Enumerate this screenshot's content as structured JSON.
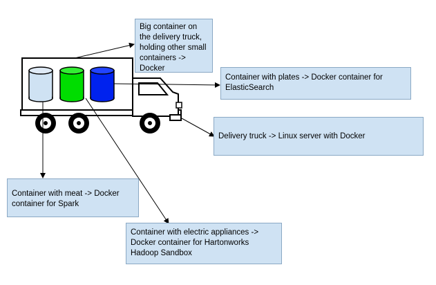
{
  "callouts": {
    "big_container": "Big container on the delivery truck, holding other small containers -> Docker",
    "plates": "Container with plates -> Docker container for ElasticSearch",
    "truck": "Delivery truck -> Linux server with Docker",
    "meat": "Container with meat -> Docker container for Spark",
    "electric": "Container with electric appliances -> Docker container for Hartonworks Hadoop Sandbox"
  },
  "colors": {
    "callout_fill": "#cfe2f3",
    "meat_can": "#cfe2f3",
    "electric_can": "#00dd00",
    "plates_can": "#0022ee",
    "truck_body": "#ffffff",
    "outline": "#000000"
  }
}
